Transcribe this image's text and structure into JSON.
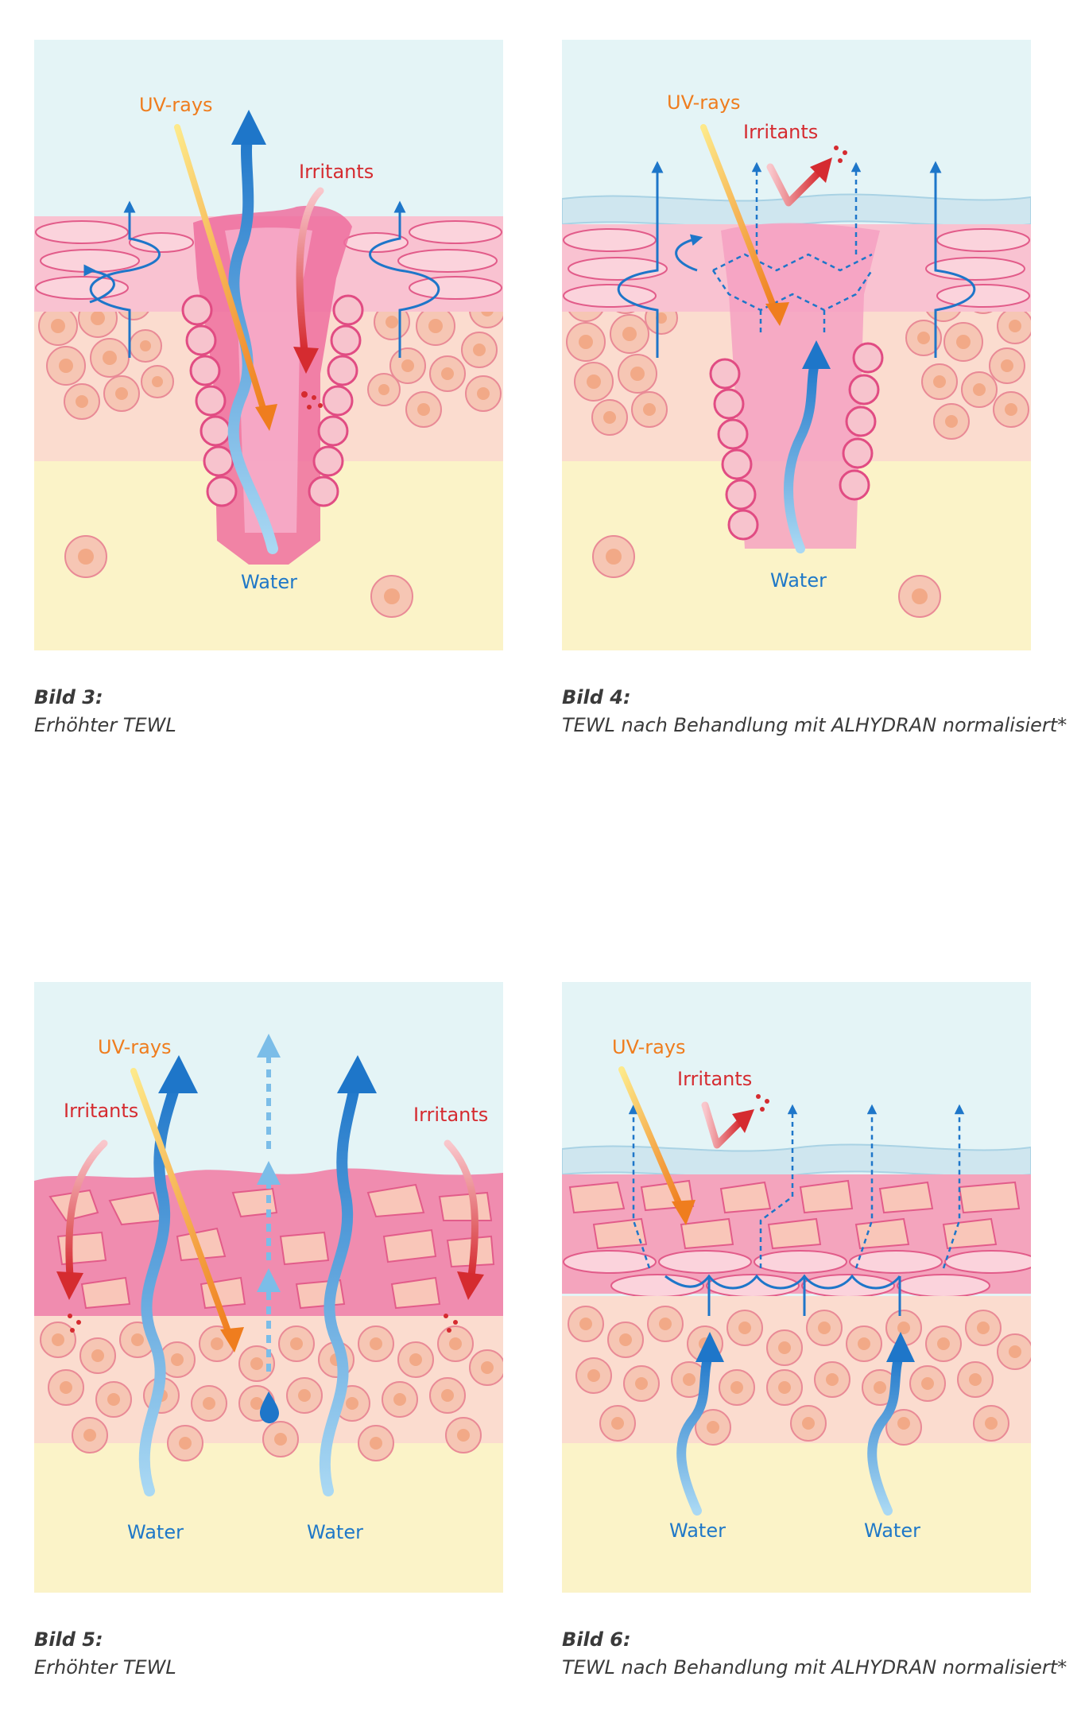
{
  "colors": {
    "sky": "#e4f4f6",
    "base": "#fbf3c8",
    "cell_fill": "#f6c6b4",
    "cell_edge": "#e98a96",
    "nucleus": "#f2a987",
    "wound": "#ee5f95",
    "water_blue": "#1e76c9",
    "uv_orange": "#ef7d1e",
    "irritant_red": "#d52b30",
    "film": "#cfe6ef"
  },
  "panels": [
    {
      "id": "bild3",
      "uv_label": "UV-rays",
      "irritants_label": "Irritants",
      "water_label": "Water",
      "caption_number": "Bild 3:",
      "caption_text": "Erhöhter TEWL"
    },
    {
      "id": "bild4",
      "uv_label": "UV-rays",
      "irritants_label": "Irritants",
      "water_label": "Water",
      "caption_number": "Bild 4:",
      "caption_text": "TEWL nach Behandlung mit ALHYDRAN normalisiert*"
    },
    {
      "id": "bild5",
      "uv_label": "UV-rays",
      "irritants_left_label": "Irritants",
      "irritants_right_label": "Irritants",
      "water_left_label": "Water",
      "water_right_label": "Water",
      "caption_number": "Bild 5:",
      "caption_text": "Erhöhter TEWL"
    },
    {
      "id": "bild6",
      "uv_label": "UV-rays",
      "irritants_label": "Irritants",
      "water_left_label": "Water",
      "water_right_label": "Water",
      "caption_number": "Bild 6:",
      "caption_text": "TEWL nach Behandlung mit ALHYDRAN normalisiert*"
    }
  ]
}
